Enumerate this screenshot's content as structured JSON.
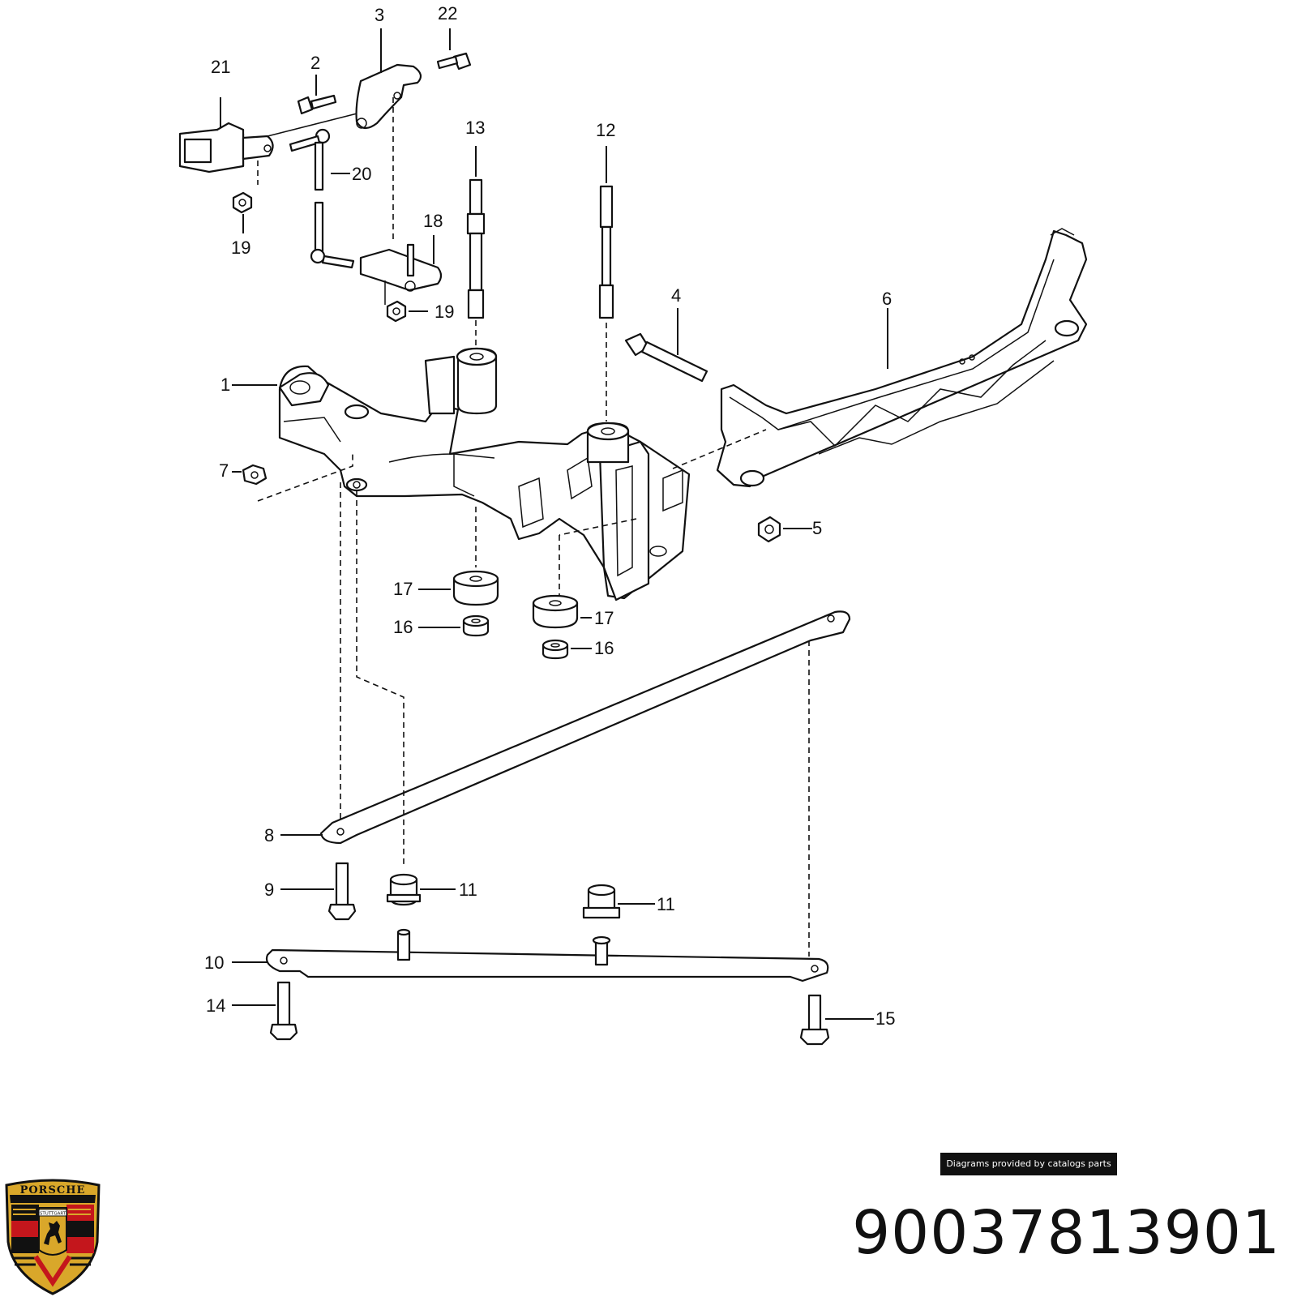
{
  "callouts": [
    {
      "id": "c1",
      "text": "1"
    },
    {
      "id": "c2",
      "text": "2"
    },
    {
      "id": "c3",
      "text": "3"
    },
    {
      "id": "c4",
      "text": "4"
    },
    {
      "id": "c5",
      "text": "5"
    },
    {
      "id": "c6",
      "text": "6"
    },
    {
      "id": "c7",
      "text": "7"
    },
    {
      "id": "c8",
      "text": "8"
    },
    {
      "id": "c9",
      "text": "9"
    },
    {
      "id": "c10",
      "text": "10"
    },
    {
      "id": "c11a",
      "text": "11"
    },
    {
      "id": "c11b",
      "text": "11"
    },
    {
      "id": "c12",
      "text": "12"
    },
    {
      "id": "c13",
      "text": "13"
    },
    {
      "id": "c14",
      "text": "14"
    },
    {
      "id": "c15",
      "text": "15"
    },
    {
      "id": "c16a",
      "text": "16"
    },
    {
      "id": "c16b",
      "text": "16"
    },
    {
      "id": "c17a",
      "text": "17"
    },
    {
      "id": "c17b",
      "text": "17"
    },
    {
      "id": "c18",
      "text": "18"
    },
    {
      "id": "c19a",
      "text": "19"
    },
    {
      "id": "c19b",
      "text": "19"
    },
    {
      "id": "c20",
      "text": "20"
    },
    {
      "id": "c21",
      "text": "21"
    },
    {
      "id": "c22",
      "text": "22"
    }
  ],
  "footer": {
    "credit": "Diagrams provided by catalogs parts",
    "part_number": "90037813901"
  },
  "logo": {
    "brand": "PORSCHE",
    "city": "STUTTGART",
    "colors": {
      "gold": "#d9a72a",
      "red": "#c4161c",
      "black": "#111111"
    }
  }
}
